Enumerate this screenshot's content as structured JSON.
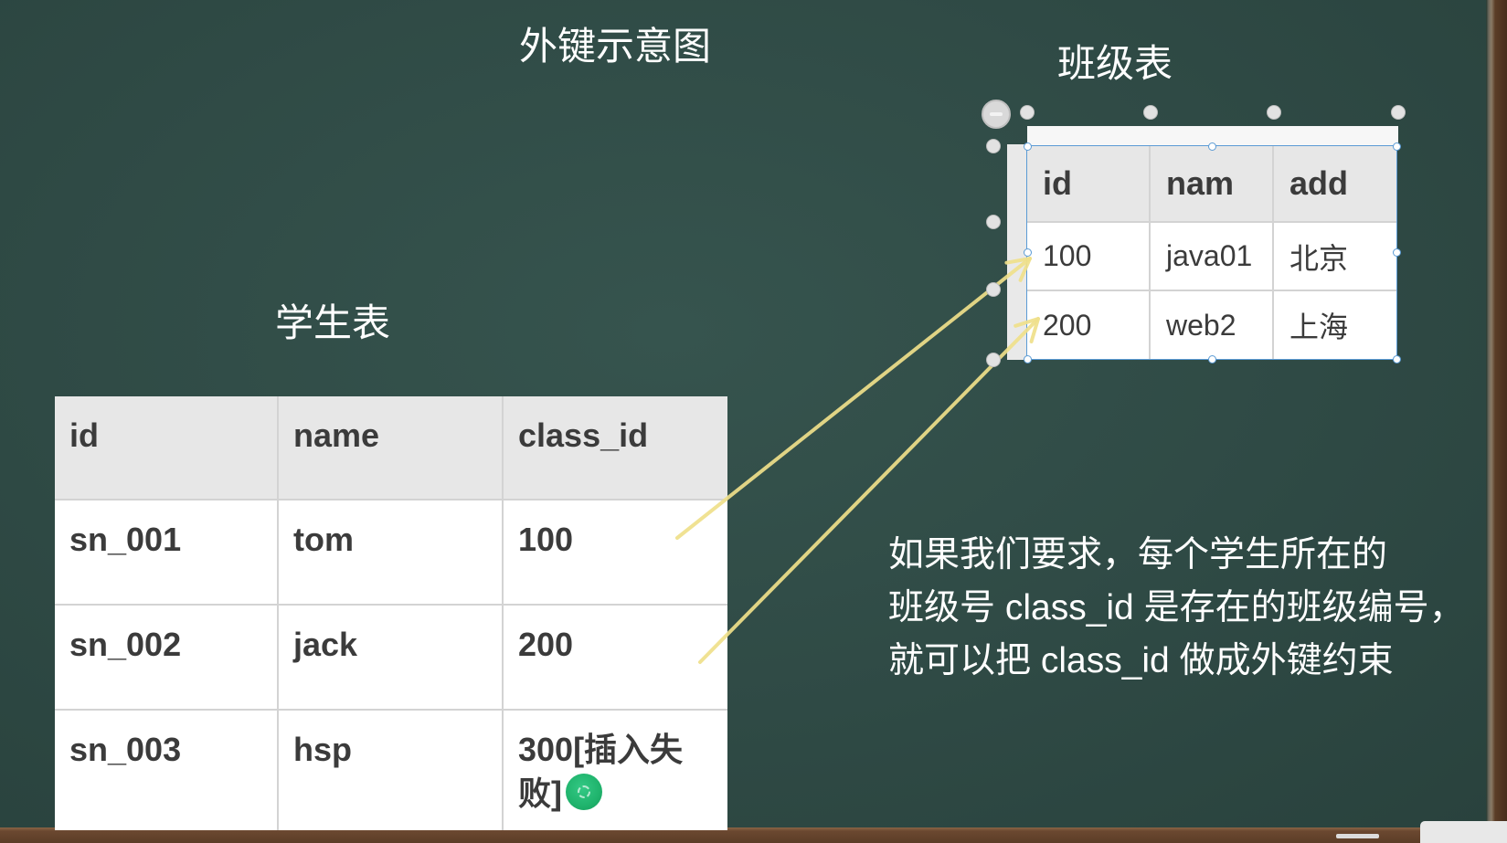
{
  "slide_title": "外键示意图",
  "student_table": {
    "caption": "学生表",
    "columns": [
      "id",
      "name",
      "class_id"
    ],
    "rows": [
      [
        "sn_001",
        "tom",
        "100"
      ],
      [
        "sn_002",
        "jack",
        "200"
      ],
      [
        "sn_003",
        "hsp",
        "300[插入失败]"
      ]
    ]
  },
  "class_table": {
    "caption": "班级表",
    "columns": [
      "id",
      "nam",
      "add"
    ],
    "rows": [
      [
        "100",
        "java01",
        "北京"
      ],
      [
        "200",
        "web2",
        "上海"
      ]
    ]
  },
  "note": {
    "lines": [
      "如果我们要求，每个学生所在的",
      "班级号 class_id 是存在的班级编号，",
      "就可以把 class_id 做成外键约束"
    ]
  },
  "colors": {
    "board": "#2f4a45",
    "arrow": "#efe08a",
    "frame": "#5b3d27",
    "header_bg": "#e7e7e7",
    "cell_border": "#d3d3d3",
    "cell_text": "#3b3b3b",
    "selection": "#5b9bd5",
    "marker": "#1fb36c",
    "text": "#ffffff"
  },
  "icons": {
    "rotate_handle": "rotate-handle-icon",
    "cursor_marker": "green-dot-icon"
  }
}
